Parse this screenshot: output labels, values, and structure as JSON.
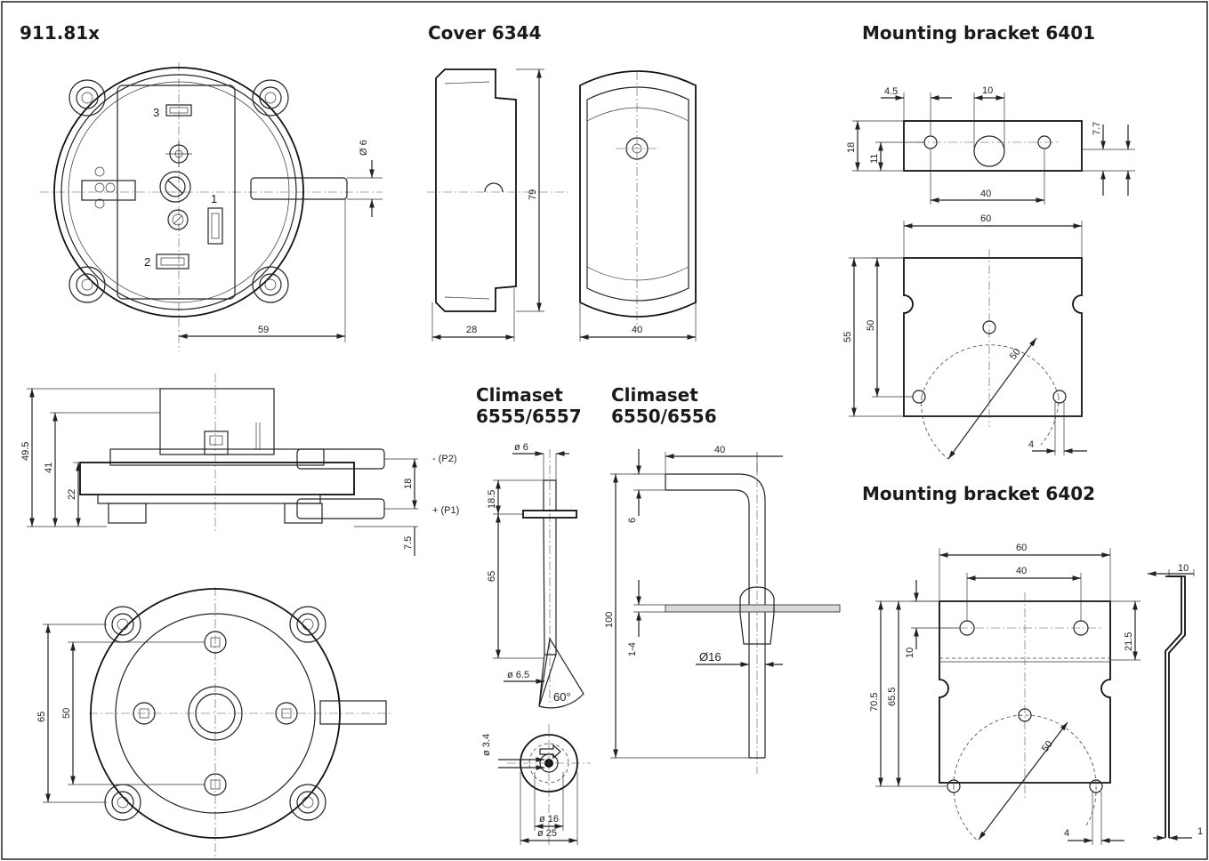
{
  "titles": {
    "switch": "911.81x",
    "cover": "Cover 6344",
    "bracket1": "Mounting bracket 6401",
    "bracket2": "Mounting bracket 6402",
    "climaset_a_line1": "Climaset",
    "climaset_a_line2": "6555/6557",
    "climaset_b_line1": "Climaset",
    "climaset_b_line2": "6550/6556"
  },
  "switch_top": {
    "terminal_1": "1",
    "terminal_2": "2",
    "terminal_3": "3",
    "dim_width": "59",
    "dim_tube": "Ø 6"
  },
  "switch_side": {
    "dim_total_height": "49.5",
    "dim_41": "41",
    "dim_22": "22",
    "dim_18": "18",
    "dim_7_5": "7.5",
    "port_p2": "- (P2)",
    "port_p1": "+ (P1)"
  },
  "switch_bottom": {
    "dim_65": "65",
    "dim_50": "50"
  },
  "cover": {
    "dim_height": "79",
    "dim_depth": "28",
    "dim_width": "40"
  },
  "bracket1": {
    "dim_4_5": "4.5",
    "dim_10": "10",
    "dim_18": "18",
    "dim_11": "11",
    "dim_7_7": "7.7",
    "dim_40": "40",
    "dim_60": "60",
    "dim_55": "55",
    "dim_50": "50",
    "dim_radius": "50",
    "dim_4": "4"
  },
  "climaset_a": {
    "dim_tube": "ø 6",
    "dim_18_5": "18.5",
    "dim_65": "65",
    "dim_tip": "ø 6.5",
    "angle": "60°",
    "dim_hole": "ø 3.4",
    "dim_inner": "ø 16",
    "dim_outer": "ø 25"
  },
  "climaset_b": {
    "dim_40": "40",
    "dim_6": "6",
    "dim_100": "100",
    "dim_1_4": "1-4",
    "dim_16": "Ø16"
  },
  "bracket2": {
    "dim_60": "60",
    "dim_40": "40",
    "dim_10_side": "10",
    "dim_10": "10",
    "dim_21_5": "21.5",
    "dim_70_5": "70.5",
    "dim_65_5": "65.5",
    "dim_radius": "50",
    "dim_4": "4",
    "dim_1": "1"
  }
}
